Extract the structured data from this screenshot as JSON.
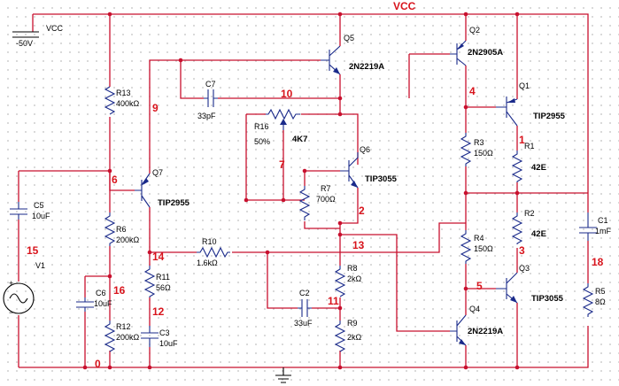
{
  "supply": {
    "vcc_net_label": "VCC",
    "source_label": "VCC",
    "source_value": "-50V"
  },
  "components": {
    "R13": {
      "name": "R13",
      "value": "400kΩ"
    },
    "R6": {
      "name": "R6",
      "value": "200kΩ"
    },
    "R12": {
      "name": "R12",
      "value": "200kΩ"
    },
    "R11": {
      "name": "R11",
      "value": "56Ω"
    },
    "R10": {
      "name": "R10",
      "value": "1.6kΩ"
    },
    "R16": {
      "name": "R16",
      "value": "4K7",
      "setting": "50%"
    },
    "R7": {
      "name": "R7",
      "value": "700Ω"
    },
    "R8": {
      "name": "R8",
      "value": "2kΩ"
    },
    "R9": {
      "name": "R9",
      "value": "2kΩ"
    },
    "R3": {
      "name": "R3",
      "value": "150Ω"
    },
    "R4": {
      "name": "R4",
      "value": "150Ω"
    },
    "R1": {
      "name": "R1",
      "value": "42E"
    },
    "R2": {
      "name": "R2",
      "value": "42E"
    },
    "R5": {
      "name": "R5",
      "value": "8Ω"
    },
    "C5": {
      "name": "C5",
      "value": "10uF"
    },
    "C6": {
      "name": "C6",
      "value": "10uF"
    },
    "C3": {
      "name": "C3",
      "value": "10uF"
    },
    "C7": {
      "name": "C7",
      "value": "33pF"
    },
    "C2": {
      "name": "C2",
      "value": "33uF"
    },
    "C1": {
      "name": "C1",
      "value": "1mF"
    },
    "Q5": {
      "name": "Q5",
      "model": "2N2219A"
    },
    "Q2": {
      "name": "Q2",
      "model": "2N2905A"
    },
    "Q1": {
      "name": "Q1",
      "model": "TIP2955"
    },
    "Q7": {
      "name": "Q7",
      "model": "TIP2955"
    },
    "Q6": {
      "name": "Q6",
      "model": "TIP3055"
    },
    "Q3": {
      "name": "Q3",
      "model": "TIP3055"
    },
    "Q4": {
      "name": "Q4",
      "model": "2N2219A"
    },
    "V1": {
      "name": "V1"
    }
  },
  "nets": {
    "n0": "0",
    "n1": "1",
    "n2": "2",
    "n3": "3",
    "n4": "4",
    "n5": "5",
    "n6": "6",
    "n7": "7",
    "n9": "9",
    "n10": "10",
    "n11": "11",
    "n12": "12",
    "n13": "13",
    "n14": "14",
    "n15": "15",
    "n16": "16",
    "n18": "18"
  }
}
